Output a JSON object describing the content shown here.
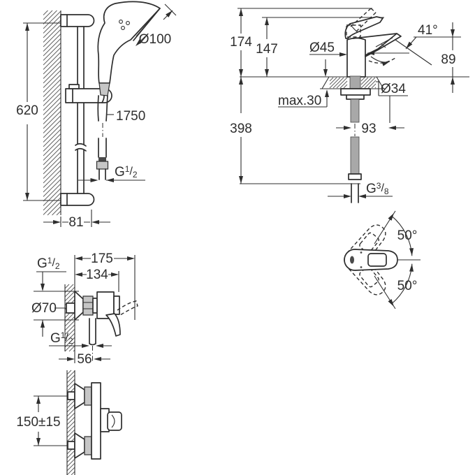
{
  "meta": {
    "kind": "technical-dimension-drawing",
    "line_color": "#2e2e2e",
    "background": "#ffffff"
  },
  "drawings": {
    "shower_set": {
      "rail_height": "620",
      "head_diameter": "Ø100",
      "hose_length": "1750",
      "hose_thread": {
        "prefix": "G",
        "numerator": "1",
        "slash": "/",
        "denominator": "2"
      },
      "wall_distance": "81"
    },
    "basin_mixer": {
      "total_height": "174",
      "lever_top_height": "147",
      "body_diameter": "Ø45",
      "lever_angle": "41°",
      "spout_height": "89",
      "max_counter_thickness": "max.30",
      "hole_diameter": "Ø34",
      "hose_length_below": "398",
      "hose_offset": "93",
      "supply_thread": {
        "prefix": "G",
        "numerator": "3",
        "slash": "/",
        "denominator": "8"
      }
    },
    "shower_mixer_side": {
      "inlet_thread": {
        "prefix": "G",
        "numerator": "1",
        "slash": "/",
        "denominator": "2"
      },
      "depth_total": "175",
      "depth_body": "134",
      "escutcheon_diameter": "Ø70",
      "outlet_thread": {
        "prefix": "G",
        "numerator": "1",
        "slash": "/",
        "denominator": "2"
      },
      "outlet_offset": "56"
    },
    "shower_mixer_front": {
      "inlet_spacing": "150±15"
    },
    "handle_top_view": {
      "swing_angle_up": "50°",
      "swing_angle_down": "50°"
    }
  }
}
